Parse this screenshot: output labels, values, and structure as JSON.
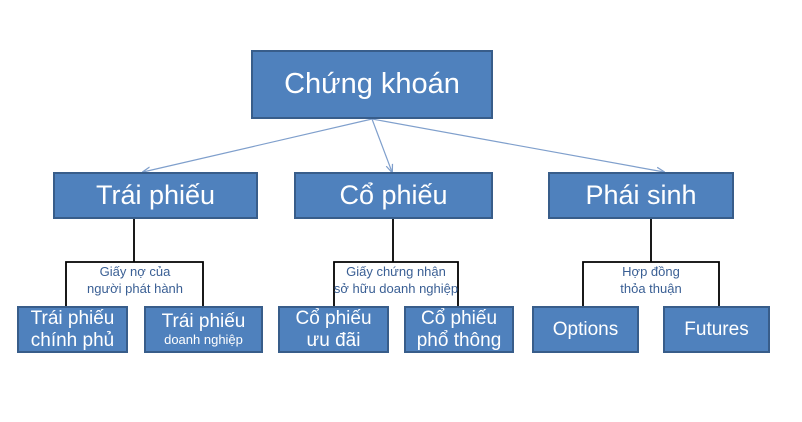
{
  "colors": {
    "box_fill": "#4f81bd",
    "box_border": "#385d8a",
    "connector_dark": "#000000",
    "connector_light": "#7f9fcc",
    "label_text": "#3a5f94"
  },
  "root": {
    "label": "Chứng khoán"
  },
  "branches": [
    {
      "label": "Trái phiếu",
      "relation": [
        "Giấy nợ của",
        "người phát hành"
      ],
      "children": [
        {
          "line1": "Trái phiếu",
          "line2": "chính phủ"
        },
        {
          "line1": "Trái phiếu",
          "line2": "doanh nghiệp"
        }
      ]
    },
    {
      "label": "Cổ phiếu",
      "relation": [
        "Giấy chứng nhận",
        "sở hữu doanh nghiệp"
      ],
      "children": [
        {
          "line1": "Cổ phiếu",
          "line2": "ưu đãi"
        },
        {
          "line1": "Cổ phiếu",
          "line2": "phổ thông"
        }
      ]
    },
    {
      "label": "Phái sinh",
      "relation": [
        "Hợp đồng",
        "thỏa thuận"
      ],
      "children": [
        {
          "line1": "Options"
        },
        {
          "line1": "Futures"
        }
      ]
    }
  ]
}
